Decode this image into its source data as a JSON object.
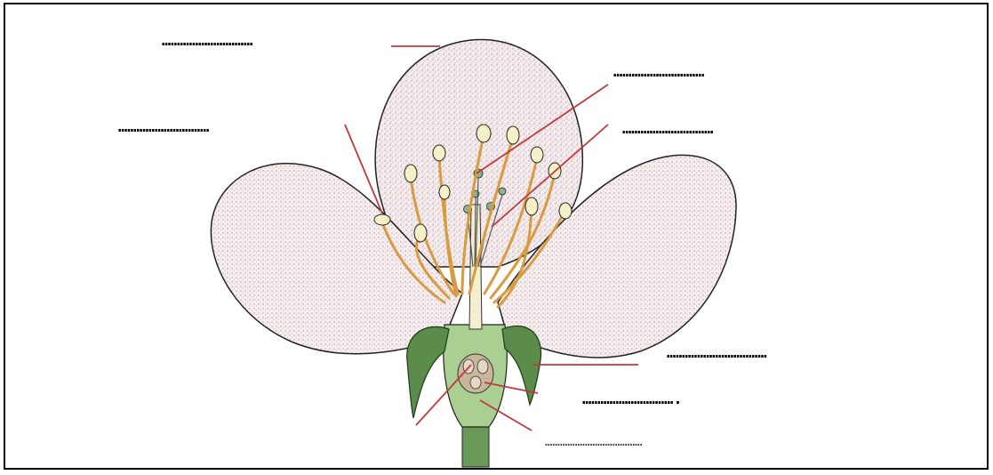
{
  "labels": [
    {
      "id": "top-left",
      "text": "…………………………"
    },
    {
      "id": "top-right",
      "text": "…………………………"
    },
    {
      "id": "mid-left",
      "text": "…………………………"
    },
    {
      "id": "mid-right",
      "text": "…………………………"
    },
    {
      "id": "low-right-1",
      "text": "……………………………"
    },
    {
      "id": "low-right-2",
      "text": "…………………………."
    },
    {
      "id": "low-right-3",
      "text": "…………………………………"
    }
  ],
  "colors": {
    "pointer_line": "#c0393b",
    "petal_fill": "#f3e7e9",
    "petal_stipple": "#9a9a9a",
    "stamen": "#f0c070",
    "anther": "#f6f2cc",
    "sepal": "#5a8a4a",
    "ovary": "#9fc48a",
    "stem": "#6aa05a"
  }
}
